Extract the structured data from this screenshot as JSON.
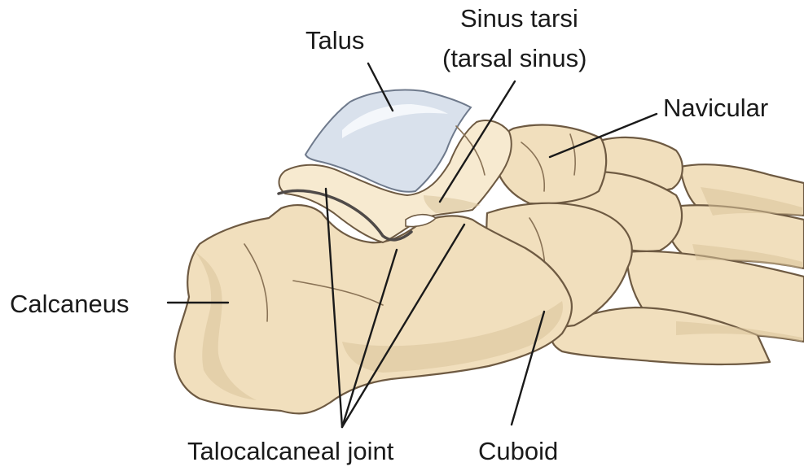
{
  "labels": {
    "talus": "Talus",
    "sinus_tarsi_line1": "Sinus tarsi",
    "sinus_tarsi_line2": "(tarsal sinus)",
    "navicular": "Navicular",
    "calcaneus": "Calcaneus",
    "talocalcaneal_joint": "Talocalcaneal joint",
    "cuboid": "Cuboid"
  },
  "colors": {
    "bone": "#f1dfbd",
    "cartilage": "#d9e1ec",
    "text": "#1a1a1a"
  }
}
